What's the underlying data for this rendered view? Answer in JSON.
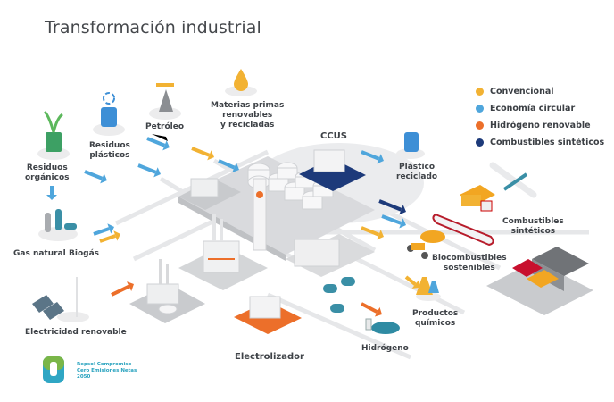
{
  "title": "Transformación industrial",
  "legend": [
    {
      "label": "Convencional",
      "color": "#f2b233"
    },
    {
      "label": "Economía circular",
      "color": "#4fa6dc"
    },
    {
      "label": "Hidrógeno renovable",
      "color": "#ec6f2a"
    },
    {
      "label": "Combustibles sintéticos",
      "color": "#1d3a7a"
    }
  ],
  "inputs": {
    "residuos_organicos": "Residuos\norgánicos",
    "residuos_plasticos": "Residuos\nplásticos",
    "petroleo": "Petróleo",
    "materias_primas": "Materias primas\nrenovables\ny recicladas",
    "gas_natural": "Gas natural",
    "biogas": "Biogás",
    "electricidad_renovable": "Electricidad renovable"
  },
  "processes": {
    "ccus": "CCUS",
    "electrolizador": "Electrolizador"
  },
  "outputs": {
    "plastico_reciclado": "Plástico\nreciclado",
    "combustibles_sinteticos": "Combustibles\nsintéticos",
    "biocombustibles": "Biocombustibles\nsostenibles",
    "productos_quimicos": "Productos\nquímicos",
    "hidrogeno": "Hidrógeno"
  },
  "brand": {
    "text": "Repsol Compromiso\nCero Emisiones Netas\n2050"
  }
}
